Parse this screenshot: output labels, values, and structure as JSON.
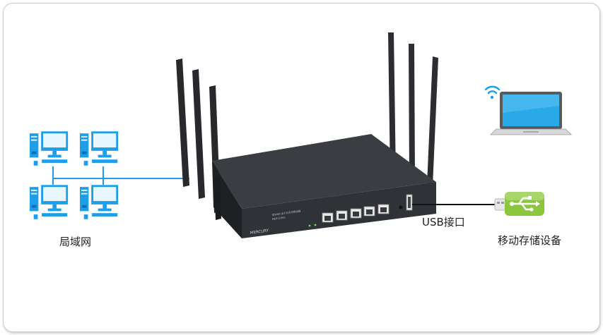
{
  "diagram": {
    "lan_label": "局域网",
    "usb_port_label": "USB接口",
    "storage_label": "移动存储设备",
    "router_brand": "MERCURY",
    "router_model_text": "双WAN 全千兆无线路由器",
    "router_model_number": "MER1200G"
  },
  "colors": {
    "computer_blue": "#1e9ee8",
    "link_blue": "#1e9ee8",
    "router_body": "#2f3236",
    "usb_green": "#8cc63f",
    "laptop_screen": "#2aa9e8"
  },
  "icons": [
    "desktop-computer-icon",
    "wifi-signal-icon",
    "laptop-icon",
    "usb-drive-icon",
    "usb-symbol-icon"
  ]
}
